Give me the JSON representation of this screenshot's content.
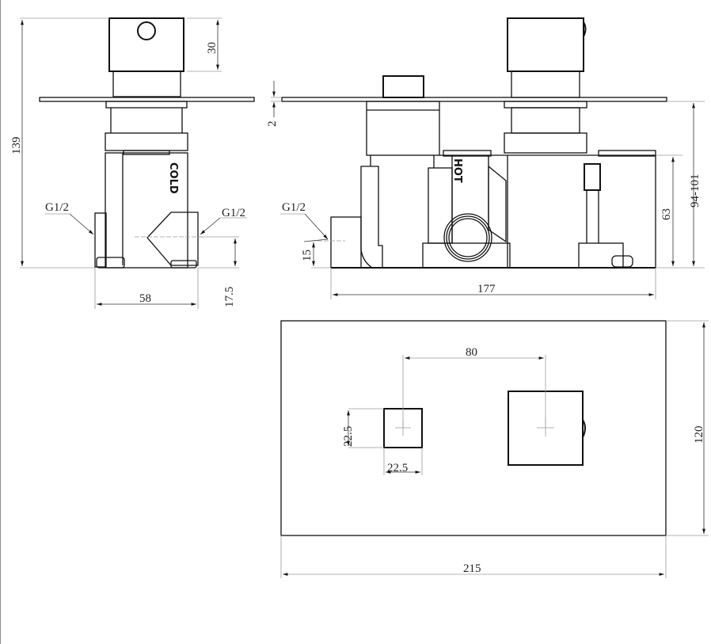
{
  "drawing": {
    "side_view": {
      "dims": {
        "height_total": "139",
        "handle_height": "30",
        "width": "58",
        "inlet_height": "17.5"
      },
      "labels": {
        "inlet_left": "G1/2",
        "inlet_right": "G1/2",
        "marking": "COLD"
      }
    },
    "front_view": {
      "dims": {
        "plate_thickness": "2",
        "inlet_height": "15",
        "body_width": "177",
        "body_height": "63",
        "depth_range": "94-101"
      },
      "labels": {
        "inlet": "G1/2",
        "marking": "HOT"
      }
    },
    "plate_view": {
      "dims": {
        "centre_distance": "80",
        "small_knob_height": "22.5",
        "small_knob_width": "22.5",
        "plate_height": "120",
        "plate_width": "215"
      }
    }
  }
}
